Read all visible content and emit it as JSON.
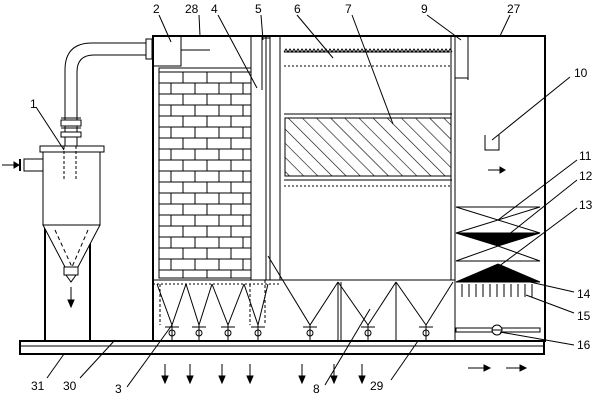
{
  "diagram": {
    "labels": [
      {
        "id": "1",
        "text": "1"
      },
      {
        "id": "2",
        "text": "2"
      },
      {
        "id": "28",
        "text": "28"
      },
      {
        "id": "4",
        "text": "4"
      },
      {
        "id": "5",
        "text": "5"
      },
      {
        "id": "6",
        "text": "6"
      },
      {
        "id": "7",
        "text": "7"
      },
      {
        "id": "9",
        "text": "9"
      },
      {
        "id": "27",
        "text": "27"
      },
      {
        "id": "10",
        "text": "10"
      },
      {
        "id": "11",
        "text": "11"
      },
      {
        "id": "12",
        "text": "12"
      },
      {
        "id": "13",
        "text": "13"
      },
      {
        "id": "14",
        "text": "14"
      },
      {
        "id": "15",
        "text": "15"
      },
      {
        "id": "16",
        "text": "16"
      },
      {
        "id": "31",
        "text": "31"
      },
      {
        "id": "30",
        "text": "30"
      },
      {
        "id": "3",
        "text": "3"
      },
      {
        "id": "8",
        "text": "8"
      },
      {
        "id": "29",
        "text": "29"
      }
    ]
  }
}
